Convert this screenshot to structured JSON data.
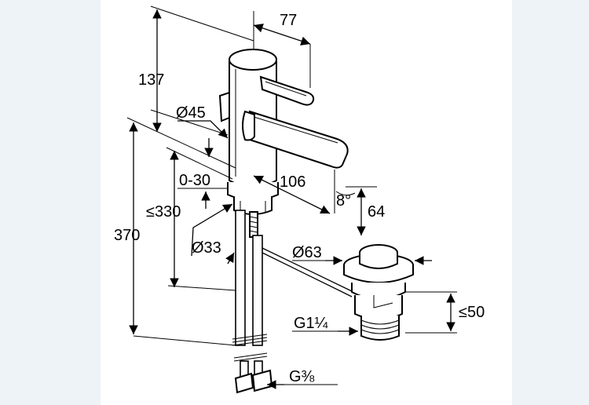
{
  "drawing": {
    "dimensions": {
      "d77": "77",
      "d137": "137",
      "d45": "Ø45",
      "d030": "0-30",
      "d106": "106",
      "d8": "8°",
      "d64": "64",
      "d330": "≤330",
      "d370": "370",
      "d33": "Ø33",
      "d63": "Ø63",
      "d50": "≤50",
      "g114": "G1¼",
      "g38": "G⅜"
    }
  }
}
